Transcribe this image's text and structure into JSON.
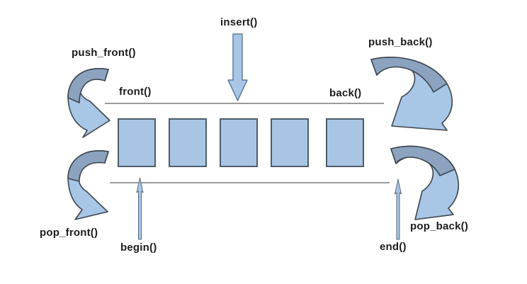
{
  "diagram": {
    "labels": {
      "insert": "insert()",
      "push_front": "push_front()",
      "push_back": "push_back()",
      "front": "front()",
      "back": "back()",
      "pop_front": "pop_front()",
      "pop_back": "pop_back()",
      "begin": "begin()",
      "end": "end()"
    },
    "element_count": 5,
    "colors": {
      "background": "#ffffff",
      "box_fill": "#a8c6e4",
      "box_border": "#4d5c6b",
      "arrow_fill": "#a8c6e6",
      "arrow_dark": "#8ba3bf",
      "arrow_outline": "#3d464f",
      "block_outline": "#5f7d9c",
      "thin_outline": "#5a6a78",
      "line": "#7a7a7a",
      "text": "#1c1c1c"
    }
  }
}
